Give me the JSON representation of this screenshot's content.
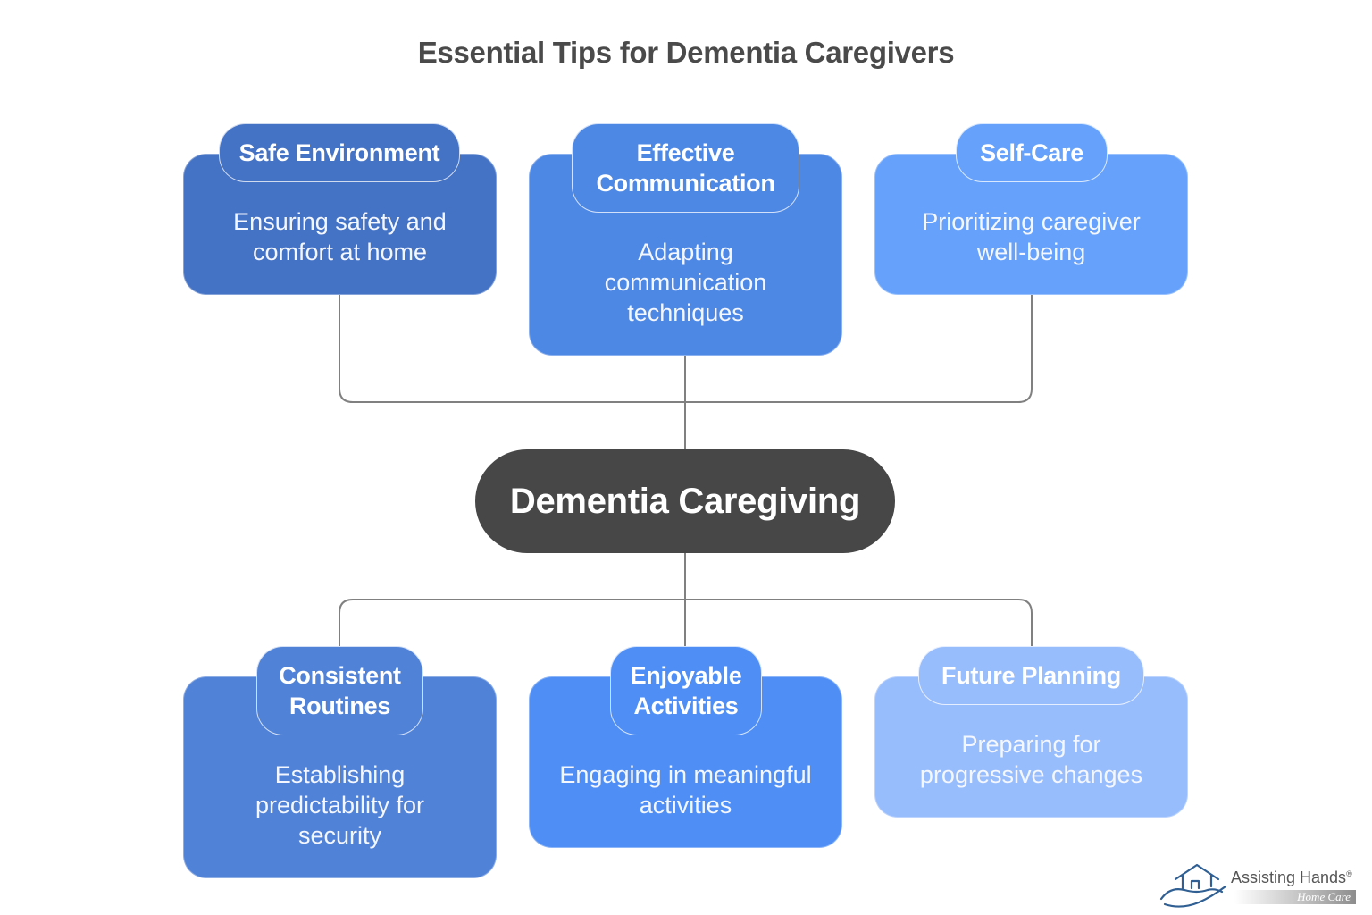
{
  "title": "Essential Tips for Dementia Caregivers",
  "center": {
    "label": "Dementia Caregiving",
    "color": "#474747"
  },
  "top_nodes": [
    {
      "title": "Safe Environment",
      "description": "Ensuring safety and comfort at home",
      "color": "#4472c4"
    },
    {
      "title": "Effective Communication",
      "description": "Adapting communication techniques",
      "color": "#4e88e5"
    },
    {
      "title": "Self-Care",
      "description": "Prioritizing caregiver well-being",
      "color": "#66a2fb"
    }
  ],
  "bottom_nodes": [
    {
      "title": "Consistent Routines",
      "description": "Establishing predictability for security",
      "color": "#5082d8"
    },
    {
      "title": "Enjoyable Activities",
      "description": "Engaging in meaningful activities",
      "color": "#4f8ff5"
    },
    {
      "title": "Future Planning",
      "description": "Preparing for progressive changes",
      "color": "#98bdfd"
    }
  ],
  "logo": {
    "brand": "Assisting Hands",
    "registered": "®",
    "tagline": "Home Care"
  },
  "connector_color": "#808080"
}
